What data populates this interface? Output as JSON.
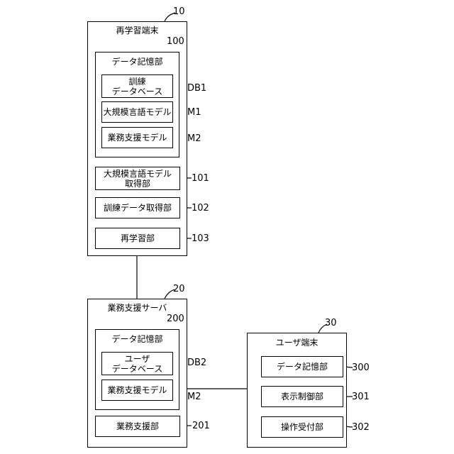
{
  "retraining_terminal": {
    "ref": "10",
    "title": "再学習端末",
    "storage": {
      "ref": "100",
      "title": "データ記憶部",
      "items": [
        {
          "line1": "訓練",
          "line2": "データベース",
          "ref": "DB1"
        },
        {
          "line1": "大規模言語モデル",
          "line2": "",
          "ref": "M1"
        },
        {
          "line1": "業務支援モデル",
          "line2": "",
          "ref": "M2"
        }
      ]
    },
    "units": [
      {
        "line1": "大規模言語モデル",
        "line2": "取得部",
        "ref": "101"
      },
      {
        "line1": "訓練データ取得部",
        "line2": "",
        "ref": "102"
      },
      {
        "line1": "再学習部",
        "line2": "",
        "ref": "103"
      }
    ]
  },
  "business_server": {
    "ref": "20",
    "title": "業務支援サーバ",
    "storage": {
      "ref": "200",
      "title": "データ記憶部",
      "items": [
        {
          "line1": "ユーザ",
          "line2": "データベース",
          "ref": "DB2"
        },
        {
          "line1": "業務支援モデル",
          "line2": "",
          "ref": "M2"
        }
      ]
    },
    "units": [
      {
        "line1": "業務支援部",
        "line2": "",
        "ref": "201"
      }
    ]
  },
  "user_terminal": {
    "ref": "30",
    "title": "ユーザ端末",
    "units": [
      {
        "line1": "データ記憶部",
        "ref": "300"
      },
      {
        "line1": "表示制御部",
        "ref": "301"
      },
      {
        "line1": "操作受付部",
        "ref": "302"
      }
    ]
  }
}
